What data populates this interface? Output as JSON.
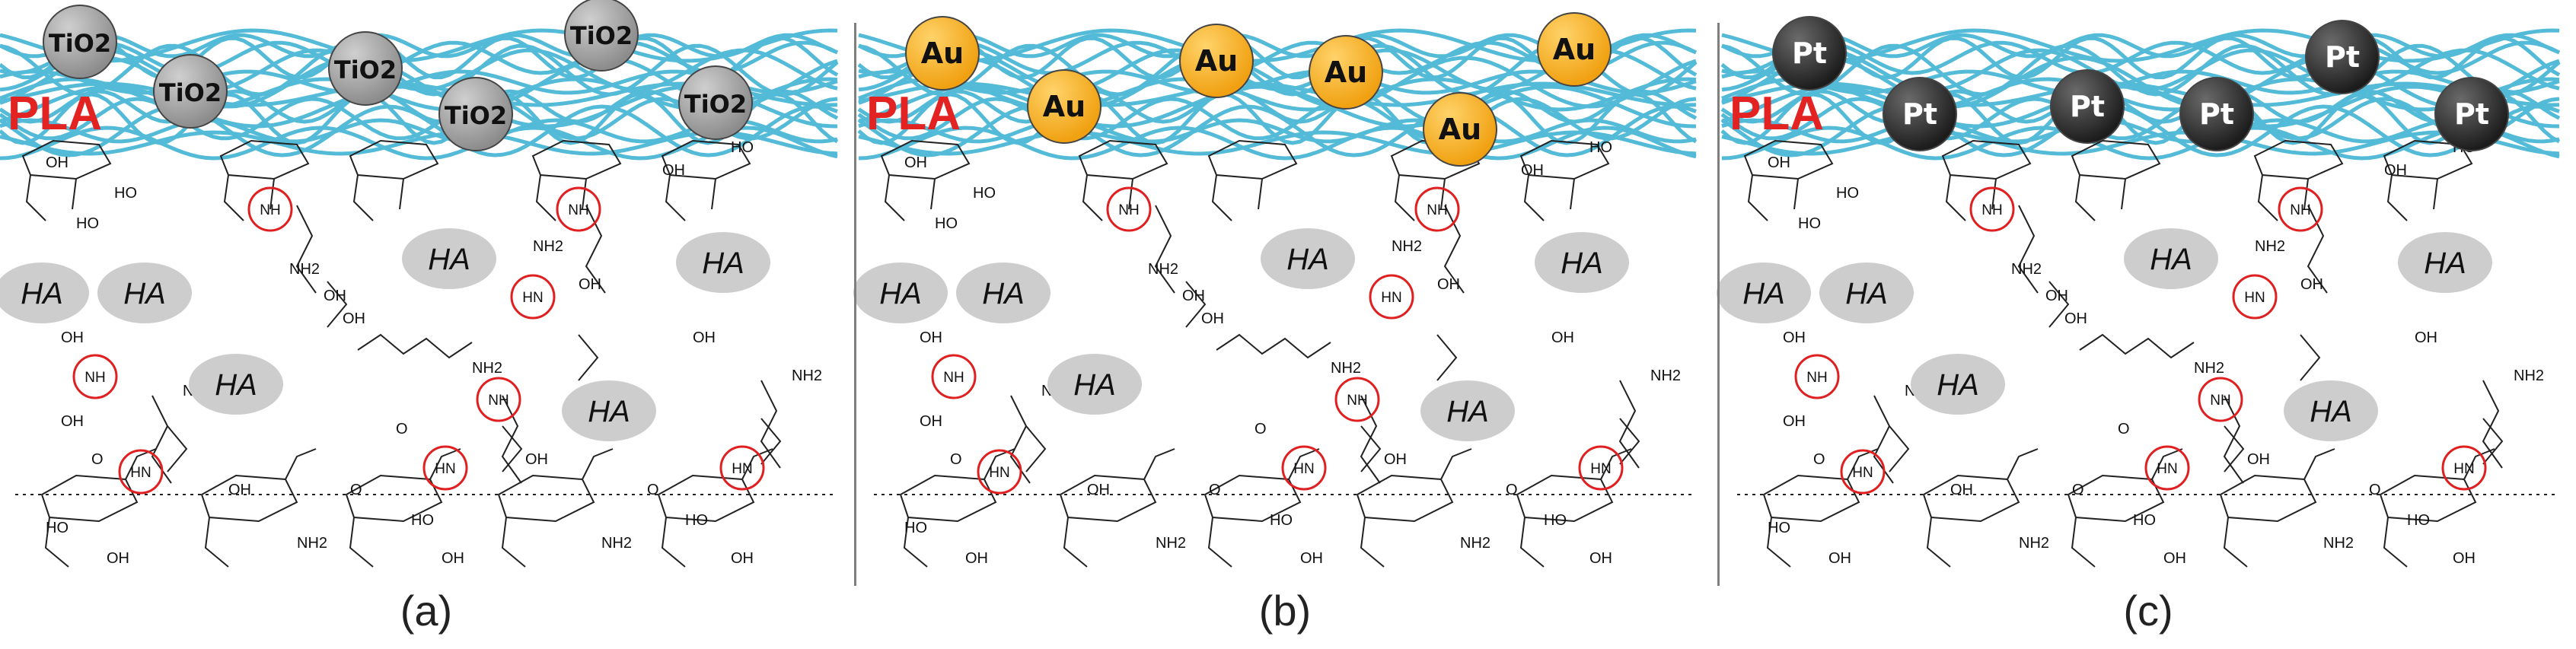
{
  "panels": [
    {
      "caption": "(a)",
      "particle_label": "TiO2",
      "particle_color": "#8c8c8c",
      "particle_highlight": "#cfcfcf",
      "particle_text_color": "#111111"
    },
    {
      "caption": "(b)",
      "particle_label": "Au",
      "particle_color": "#f0a010",
      "particle_highlight": "#ffd36a",
      "particle_text_color": "#111111"
    },
    {
      "caption": "(c)",
      "particle_label": "Pt",
      "particle_color": "#1c1c1c",
      "particle_highlight": "#6a6a6a",
      "particle_text_color": "#ffffff"
    }
  ],
  "polymer_label": "PLA",
  "ha_label": "HA",
  "nh_label": "NH",
  "hn_label": "HN",
  "groups": {
    "hydroxyl": "OH",
    "ho": "HO",
    "amine": "NH2",
    "oxygen": "O"
  },
  "colors": {
    "pla_fibers": "#41b3d3",
    "pla_text": "#e32222",
    "ha_blob": "#cdcdcd",
    "amide_circle": "#e02020",
    "bonds": "#222222",
    "divider": "#7f7f7f"
  }
}
